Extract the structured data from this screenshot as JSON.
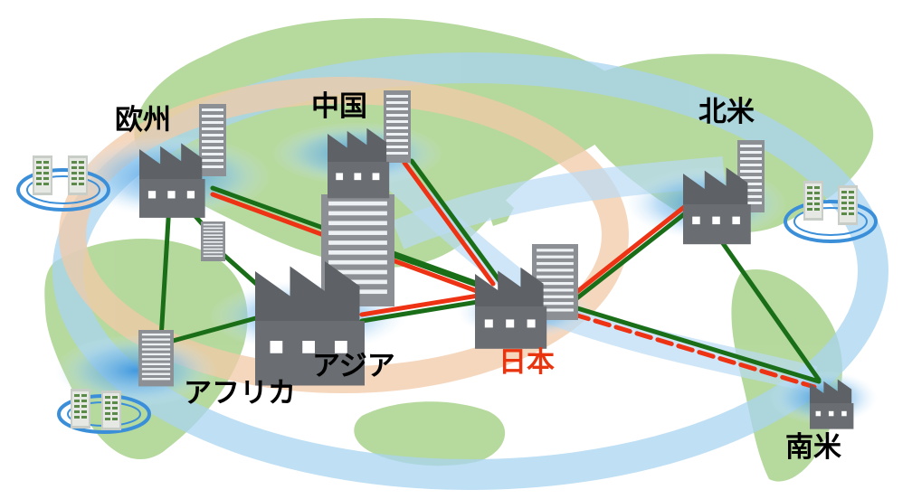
{
  "regions": {
    "europe": "欧州",
    "china": "中国",
    "north_america": "北米",
    "asia": "アジア",
    "japan": "日本",
    "africa": "アフリカ",
    "south_america": "南米"
  },
  "colors": {
    "japan_label": "#e8340f",
    "link_green": "#1a6e18",
    "link_red": "#ee3214",
    "ring_blue": "#a8d4f0",
    "ring_orange": "#f2c9a8",
    "land": "#a9d28d",
    "building": "#6a6e72"
  },
  "link_legend": {
    "green": "green solid line",
    "red": "red solid line",
    "red_dashed": "red dashed line (planned)"
  }
}
